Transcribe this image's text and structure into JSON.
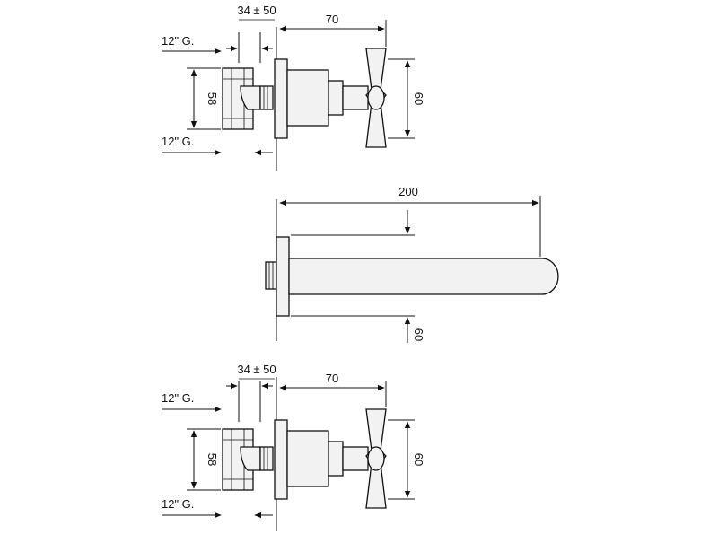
{
  "top_valve": {
    "dim_offset": "34 ± 50",
    "dim_depth": "70",
    "dim_height": "58",
    "dim_handle": "60",
    "thread_top": "12\" G.",
    "thread_bottom": "12\" G."
  },
  "spout": {
    "dim_length": "200",
    "dim_height": "60"
  },
  "bottom_valve": {
    "dim_offset": "34 ± 50",
    "dim_depth": "70",
    "dim_height": "58",
    "dim_handle": "60",
    "thread_top": "12\" G.",
    "thread_bottom": "12\" G."
  }
}
